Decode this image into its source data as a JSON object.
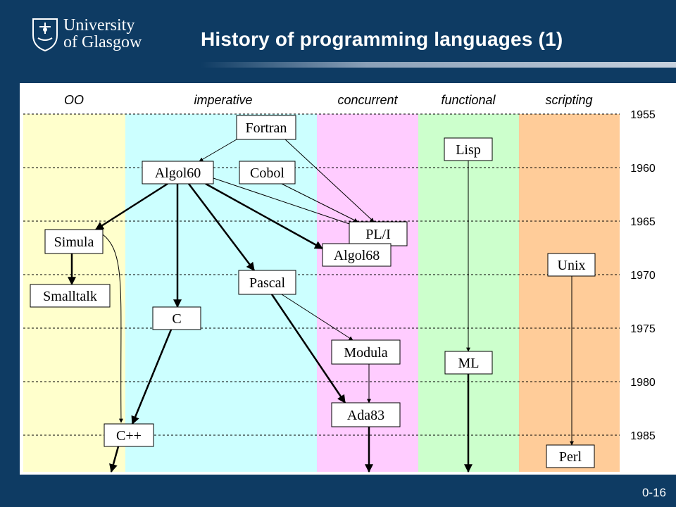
{
  "header": {
    "logo": {
      "line1": "University",
      "line2": "of Glasgow"
    },
    "title": "History of programming languages (1)"
  },
  "footer": {
    "slide_number": "0-16"
  },
  "diagram": {
    "categories": [
      "OO",
      "imperative",
      "concurrent",
      "functional",
      "scripting"
    ],
    "category_colors": [
      "#ffffcc",
      "#ccffff",
      "#ffccff",
      "#ccffcc",
      "#ffcc99"
    ],
    "years": [
      "1955",
      "1960",
      "1965",
      "1970",
      "1975",
      "1980",
      "1985"
    ],
    "languages": [
      "Fortran",
      "Lisp",
      "Algol60",
      "Cobol",
      "PL/I",
      "Simula",
      "Algol68",
      "Unix",
      "Pascal",
      "Smalltalk",
      "C",
      "Modula",
      "ML",
      "Ada83",
      "C++",
      "Perl"
    ],
    "influences": [
      {
        "from": "Fortran",
        "to": "Algol60"
      },
      {
        "from": "Fortran",
        "to": "PL/I"
      },
      {
        "from": "Algol60",
        "to": "PL/I"
      },
      {
        "from": "Cobol",
        "to": "PL/I"
      },
      {
        "from": "Algol60",
        "to": "Simula"
      },
      {
        "from": "Algol60",
        "to": "Algol68"
      },
      {
        "from": "Algol60",
        "to": "Pascal"
      },
      {
        "from": "Algol60",
        "to": "C"
      },
      {
        "from": "Simula",
        "to": "Smalltalk"
      },
      {
        "from": "Simula",
        "to": "C++"
      },
      {
        "from": "C",
        "to": "C++"
      },
      {
        "from": "Pascal",
        "to": "Modula"
      },
      {
        "from": "Pascal",
        "to": "Ada83"
      },
      {
        "from": "Modula",
        "to": "Ada83"
      },
      {
        "from": "Lisp",
        "to": "ML"
      },
      {
        "from": "Unix",
        "to": "Perl"
      }
    ]
  }
}
